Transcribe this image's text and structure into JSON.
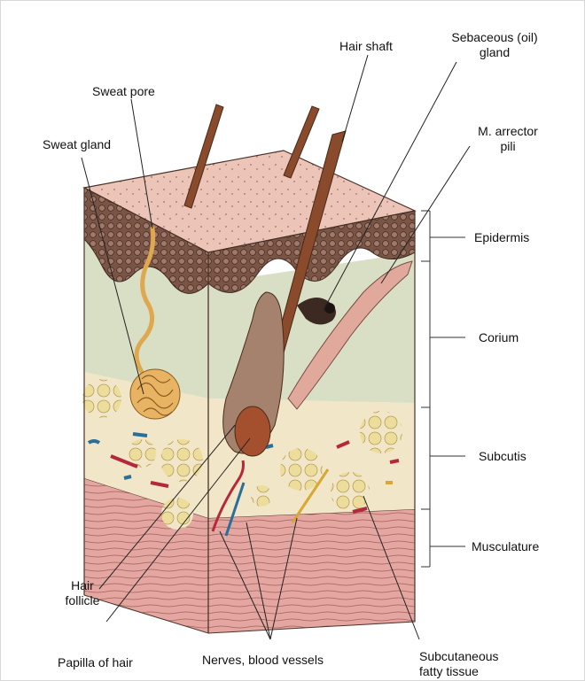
{
  "labels": {
    "hair_shaft": "Hair shaft",
    "sebaceous_line1": "Sebaceous (oil)",
    "sebaceous_line2": "gland",
    "sweat_pore": "Sweat pore",
    "sweat_gland": "Sweat gland",
    "arrector_line1": "M. arrector",
    "arrector_line2": "pili",
    "epidermis": "Epidermis",
    "corium": "Corium",
    "subcutis": "Subcutis",
    "musculature": "Musculature",
    "hair_follicle_line1": "Hair",
    "hair_follicle_line2": "follicle",
    "papilla": "Papilla of hair",
    "nerves": "Nerves, blood vessels",
    "subcutaneous_line1": "Subcutaneous",
    "subcutaneous_line2": "fatty tissue"
  },
  "colors": {
    "skin_top": "#ecc4b8",
    "epidermis": "#6e4a3c",
    "corium": "#d9dfc4",
    "subcutis": "#f1e6c8",
    "fat_cells": "#eddd9c",
    "muscle": "#e3a6a0",
    "hair": "#8a4a2c",
    "sweat_gland": "#e0a84e",
    "vessel_red": "#b5283c",
    "vessel_blue": "#2a6e9a"
  }
}
